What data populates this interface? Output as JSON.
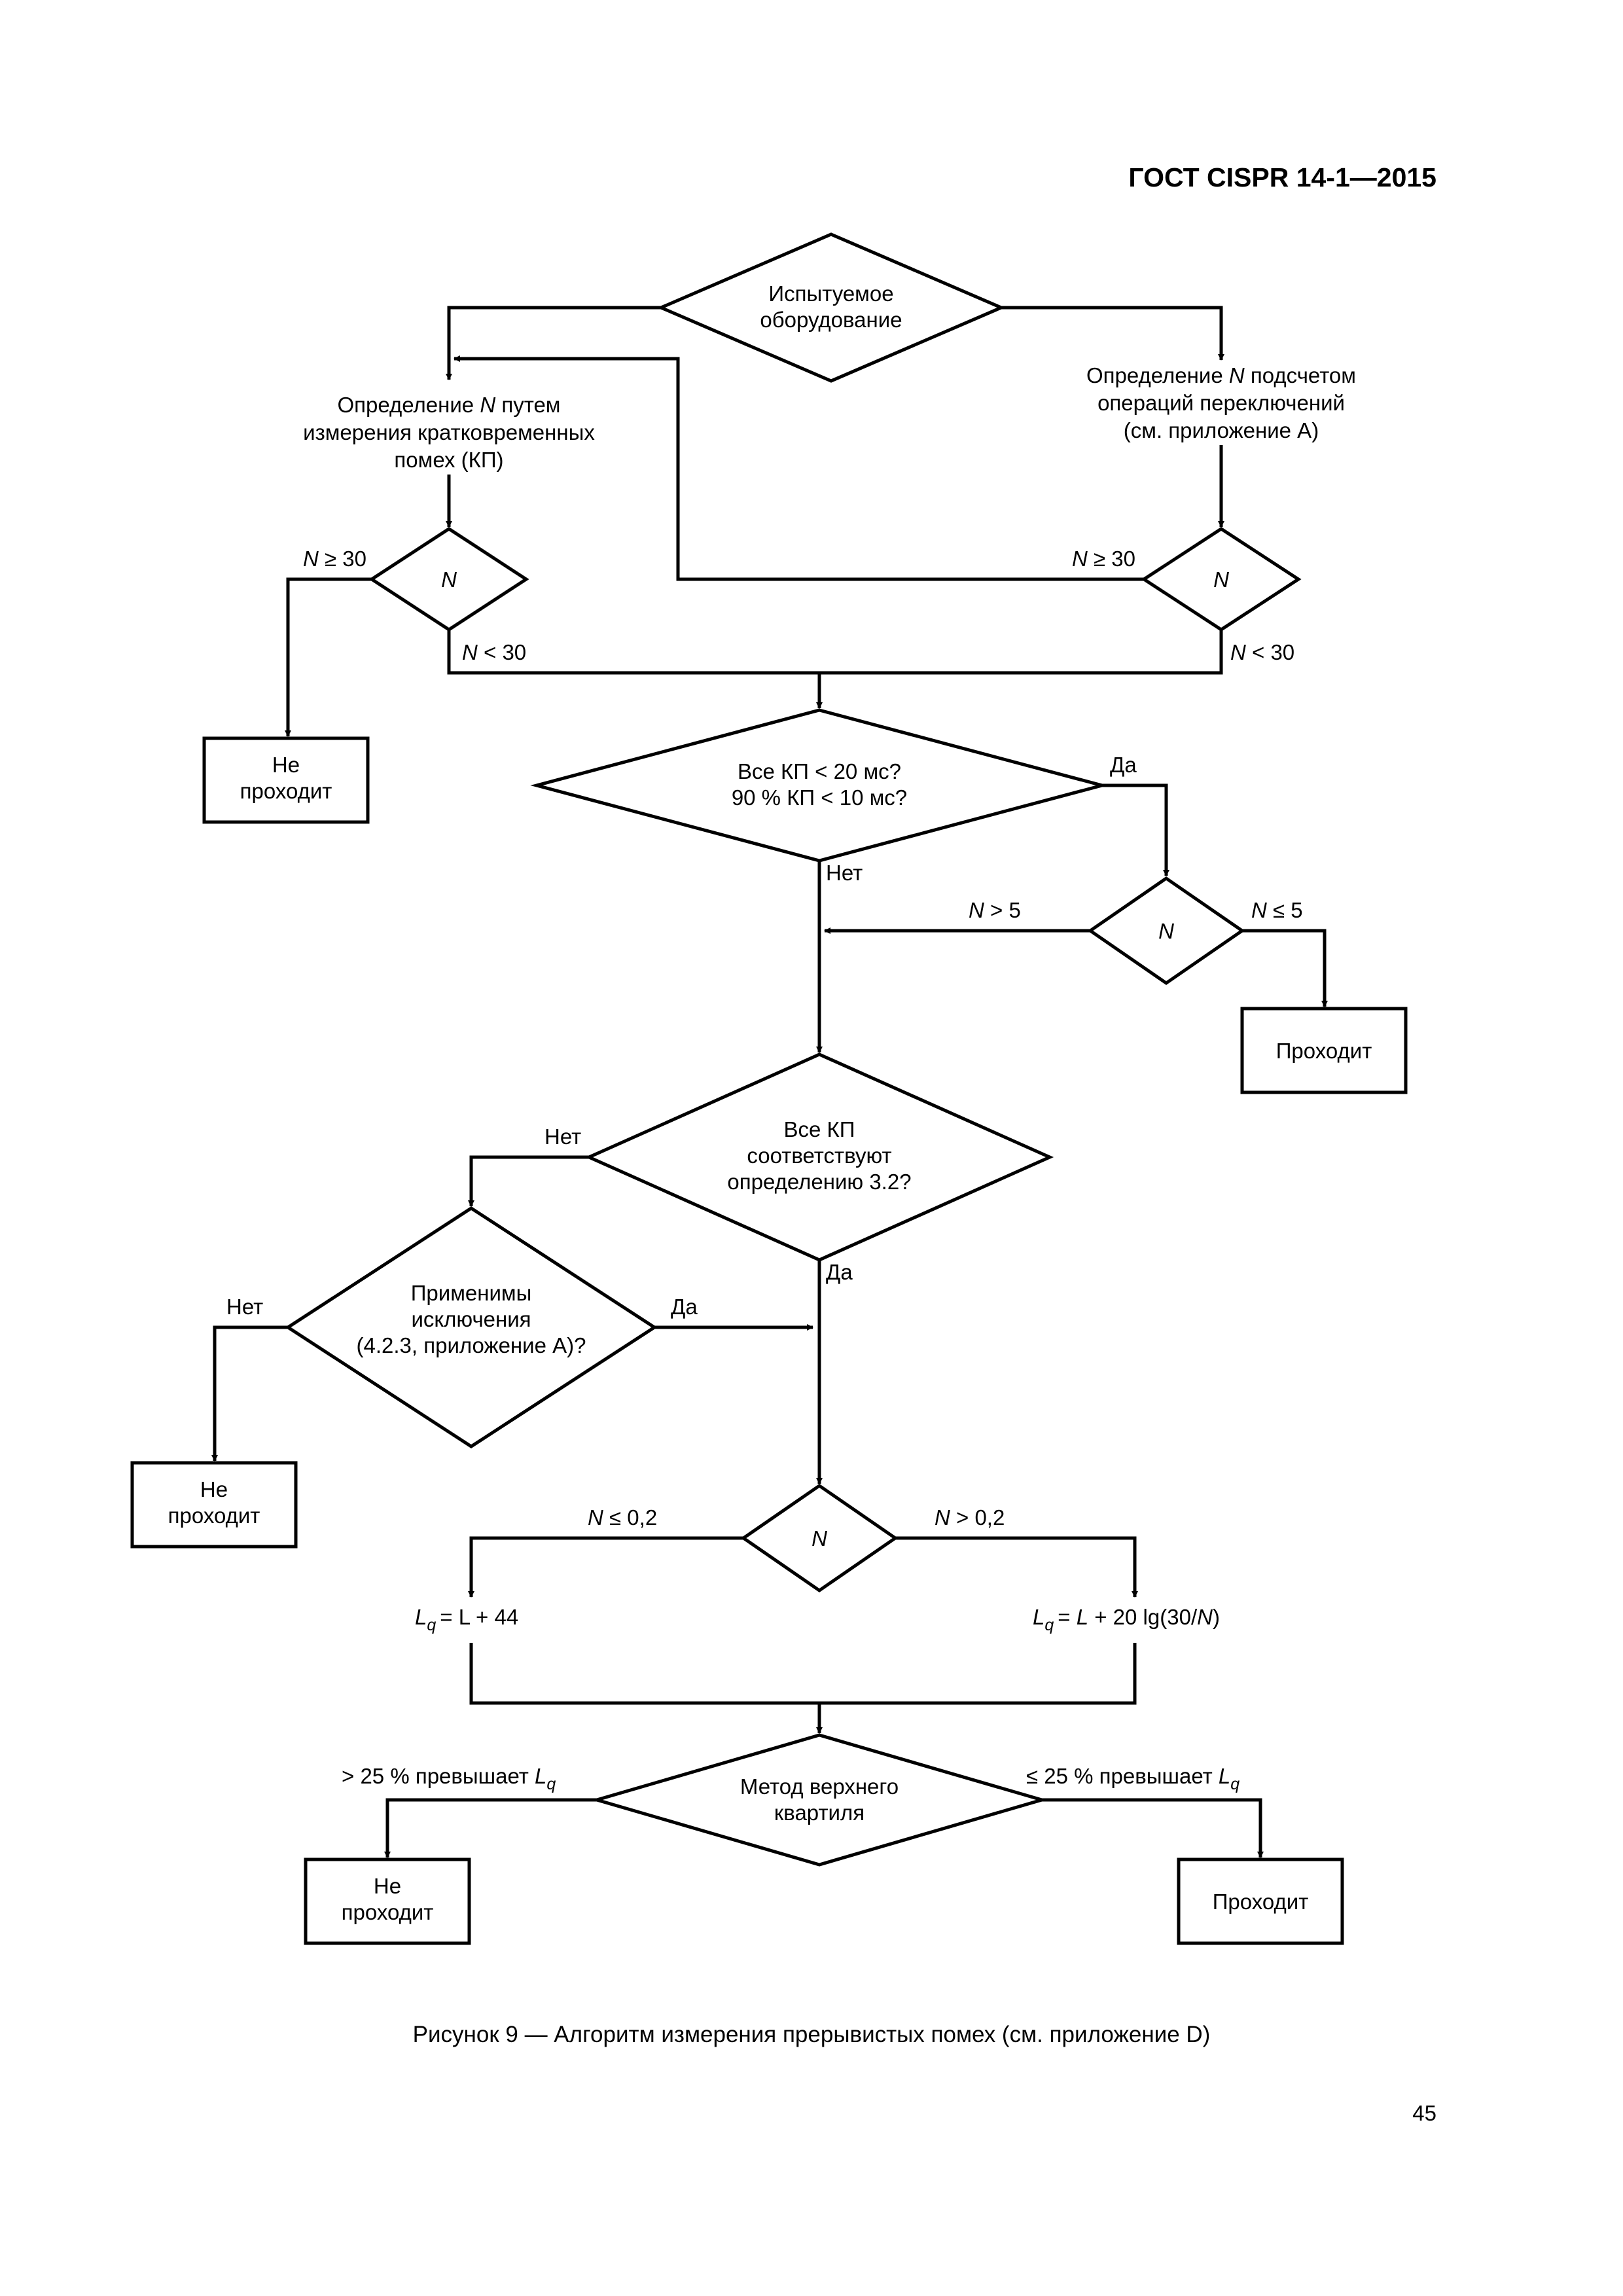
{
  "header": "ГОСТ CISPR 14-1—2015",
  "page_number": "45",
  "caption": "Рисунок 9 — Алгоритм измерения прерывистых помех (см. приложение D)",
  "nodes": {
    "eut": [
      "Испытуемое",
      "оборудование"
    ],
    "measure_n": [
      "Определение",
      "N",
      "путем",
      "измерения кратковременных",
      "помех (КП)"
    ],
    "count_n": [
      "Определение",
      "N",
      "подсчетом",
      "операций переключений",
      "(см. приложение А)"
    ],
    "n_symbol": "N",
    "fail": [
      "Не",
      "проходит"
    ],
    "pass": "Проходит",
    "all_kp_20": [
      "Все КП < 20 мс?",
      "90 % КП < 10 мс?"
    ],
    "all_kp_def": [
      "Все КП",
      "соответствуют",
      "определению 3.2?"
    ],
    "exceptions": [
      "Применимы",
      "исключения",
      "(4.2.3, приложение А)?"
    ],
    "quartile": [
      "Метод верхнего",
      "квартиля"
    ]
  },
  "labels": {
    "n_ge_30": "≥ 30",
    "n_lt_30": "< 30",
    "yes": "Да",
    "no": "Нет",
    "n_gt_5": "> 5",
    "n_le_5": "≤ 5",
    "n_le_02": "≤ 0,2",
    "n_gt_02": "> 0,2",
    "lq": "L",
    "lq_sub": "q",
    "lq_left_rhs": "= L + 44",
    "lq_right_rhs": [
      "= ",
      "L",
      " + 20 lg(30/",
      "N",
      ")"
    ],
    "gt25": "> 25 % превышает",
    "le25": "≤ 25 % превышает"
  }
}
